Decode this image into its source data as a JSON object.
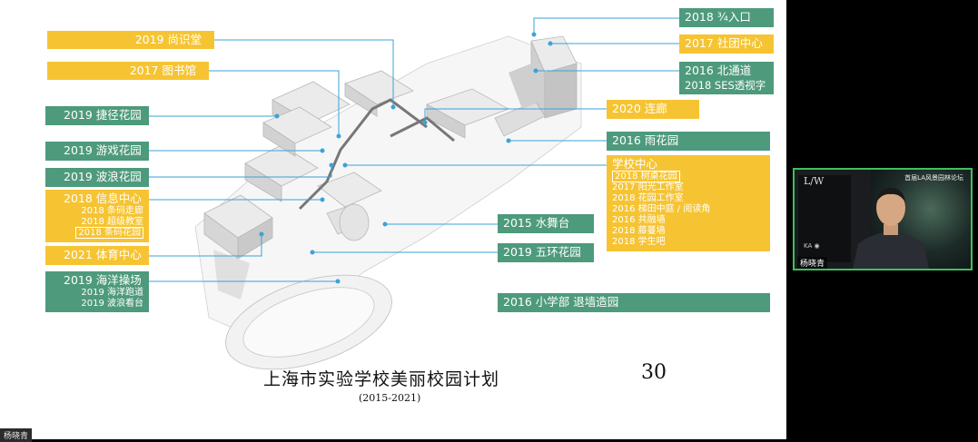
{
  "slide": {
    "title": "上海市实验学校美丽校园计划",
    "years": "(2015-2021)",
    "page_number": "30"
  },
  "labels_left": [
    {
      "id": "l1",
      "text": "2019 尚识堂",
      "color": "yellow"
    },
    {
      "id": "l2",
      "text": "2017 图书馆",
      "color": "yellow"
    },
    {
      "id": "l3",
      "text": "2019 捷径花园",
      "color": "green"
    },
    {
      "id": "l4",
      "text": "2019 游戏花园",
      "color": "green"
    },
    {
      "id": "l5",
      "text": "2019 波浪花园",
      "color": "green"
    },
    {
      "id": "l6",
      "text": "2018 信息中心",
      "color": "yellow",
      "sub": [
        "2018 条码走廊",
        "2018 超级教室",
        "2018 条码花园"
      ]
    },
    {
      "id": "l7",
      "text": "2021 体育中心",
      "color": "yellow"
    },
    {
      "id": "l8",
      "text": "2019 海洋操场",
      "color": "green",
      "sub": [
        "2019 海洋跑道",
        "2019 波浪看台"
      ]
    }
  ],
  "labels_right": [
    {
      "id": "r1",
      "text": "2018 ¾入口",
      "color": "green"
    },
    {
      "id": "r2",
      "text": "2017 社团中心",
      "color": "yellow"
    },
    {
      "id": "r3",
      "text": "2016 北通道",
      "color": "green",
      "sub_line": "2018 SES透视字"
    },
    {
      "id": "r4",
      "text": "2020 连廊",
      "color": "yellow"
    },
    {
      "id": "r5",
      "text": "2016 雨花园",
      "color": "green"
    },
    {
      "id": "r6",
      "text": "学校中心",
      "color": "yellow",
      "sub": [
        "2018 树桌花园",
        "2017 阳光工作室",
        "2018 花园工作室",
        "2016 梯田中庭 / 阅读角",
        "2016 共融墙",
        "2018 藤蔓墙",
        "2018 学生吧"
      ]
    },
    {
      "id": "r7",
      "text": "2015 水舞台",
      "color": "green"
    },
    {
      "id": "r8",
      "text": "2019 五环花园",
      "color": "green"
    },
    {
      "id": "r9",
      "text": "2016 小学部  退墙造园",
      "color": "green"
    }
  ],
  "colors": {
    "green": "#4e9a7c",
    "yellow": "#f6c433",
    "leader": "#3aa3d9",
    "webcam_border": "#3fbf5f"
  },
  "webcam": {
    "speaker_name": "杨晓青",
    "poster_logo": "L/W",
    "poster_title": "首届LA风景园林论坛"
  },
  "participant_label": "杨晓青"
}
